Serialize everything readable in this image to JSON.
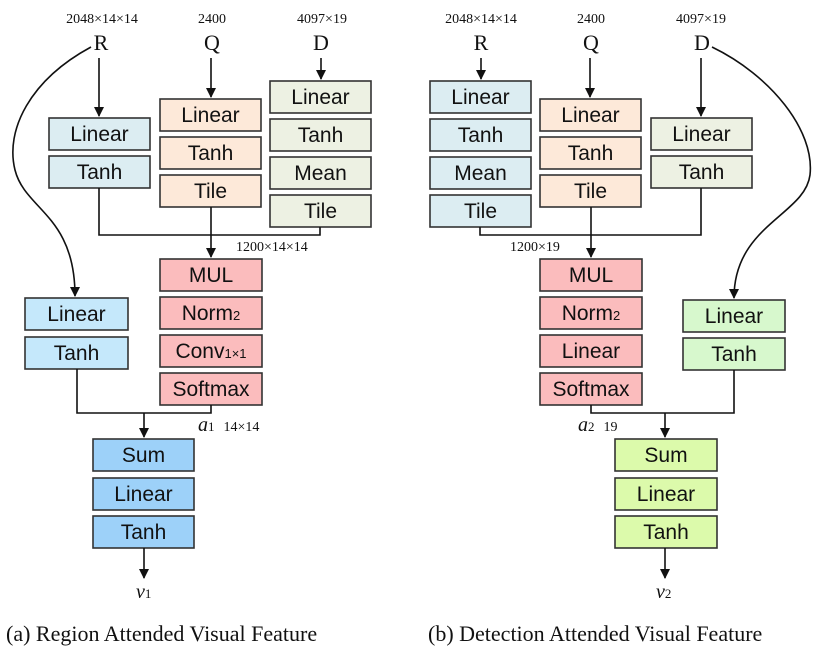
{
  "panel_a": {
    "caption": "(a) Region Attended Visual Feature",
    "inputs": {
      "R": {
        "label": "R",
        "dim": "2048×14×14"
      },
      "Q": {
        "label": "Q",
        "dim": "2400"
      },
      "D": {
        "label": "D",
        "dim": "4097×19"
      }
    },
    "r_branch": [
      "Linear",
      "Tanh"
    ],
    "q_branch": [
      "Linear",
      "Tanh",
      "Tile"
    ],
    "d_branch": [
      "Linear",
      "Tanh",
      "Mean",
      "Tile"
    ],
    "merge_dim": "1200×14×14",
    "attention": {
      "mul": "MUL",
      "norm": "Norm",
      "norm_sub": "2",
      "conv": "Conv",
      "conv_sub": "1×1",
      "softmax": "Softmax"
    },
    "attn_out": {
      "symbol": "a",
      "sub": "1",
      "dim": "14×14"
    },
    "side_branch": [
      "Linear",
      "Tanh"
    ],
    "output_stack": [
      "Sum",
      "Linear",
      "Tanh"
    ],
    "output": {
      "symbol": "v",
      "sub": "1"
    }
  },
  "panel_b": {
    "caption": "(b) Detection Attended Visual Feature",
    "inputs": {
      "R": {
        "label": "R",
        "dim": "2048×14×14"
      },
      "Q": {
        "label": "Q",
        "dim": "2400"
      },
      "D": {
        "label": "D",
        "dim": "4097×19"
      }
    },
    "r_branch": [
      "Linear",
      "Tanh",
      "Mean",
      "Tile"
    ],
    "q_branch": [
      "Linear",
      "Tanh",
      "Tile"
    ],
    "d_branch": [
      "Linear",
      "Tanh"
    ],
    "merge_dim": "1200×19",
    "attention": {
      "mul": "MUL",
      "norm": "Norm",
      "norm_sub": "2",
      "linear": "Linear",
      "softmax": "Softmax"
    },
    "attn_out": {
      "symbol": "a",
      "sub": "2",
      "dim": "19"
    },
    "side_branch": [
      "Linear",
      "Tanh"
    ],
    "output_stack": [
      "Sum",
      "Linear",
      "Tanh"
    ],
    "output": {
      "symbol": "v",
      "sub": "2"
    }
  },
  "colors": {
    "r_box": "#dcedf2",
    "q_box": "#fde9d9",
    "d_box": "#edf1e3",
    "attention_box": "#fbbcbd",
    "side_box_a": "#c5e8fb",
    "output_box_a": "#9dd1f9",
    "side_box_b": "#d7f8cd",
    "output_box_b": "#dcfaab"
  }
}
